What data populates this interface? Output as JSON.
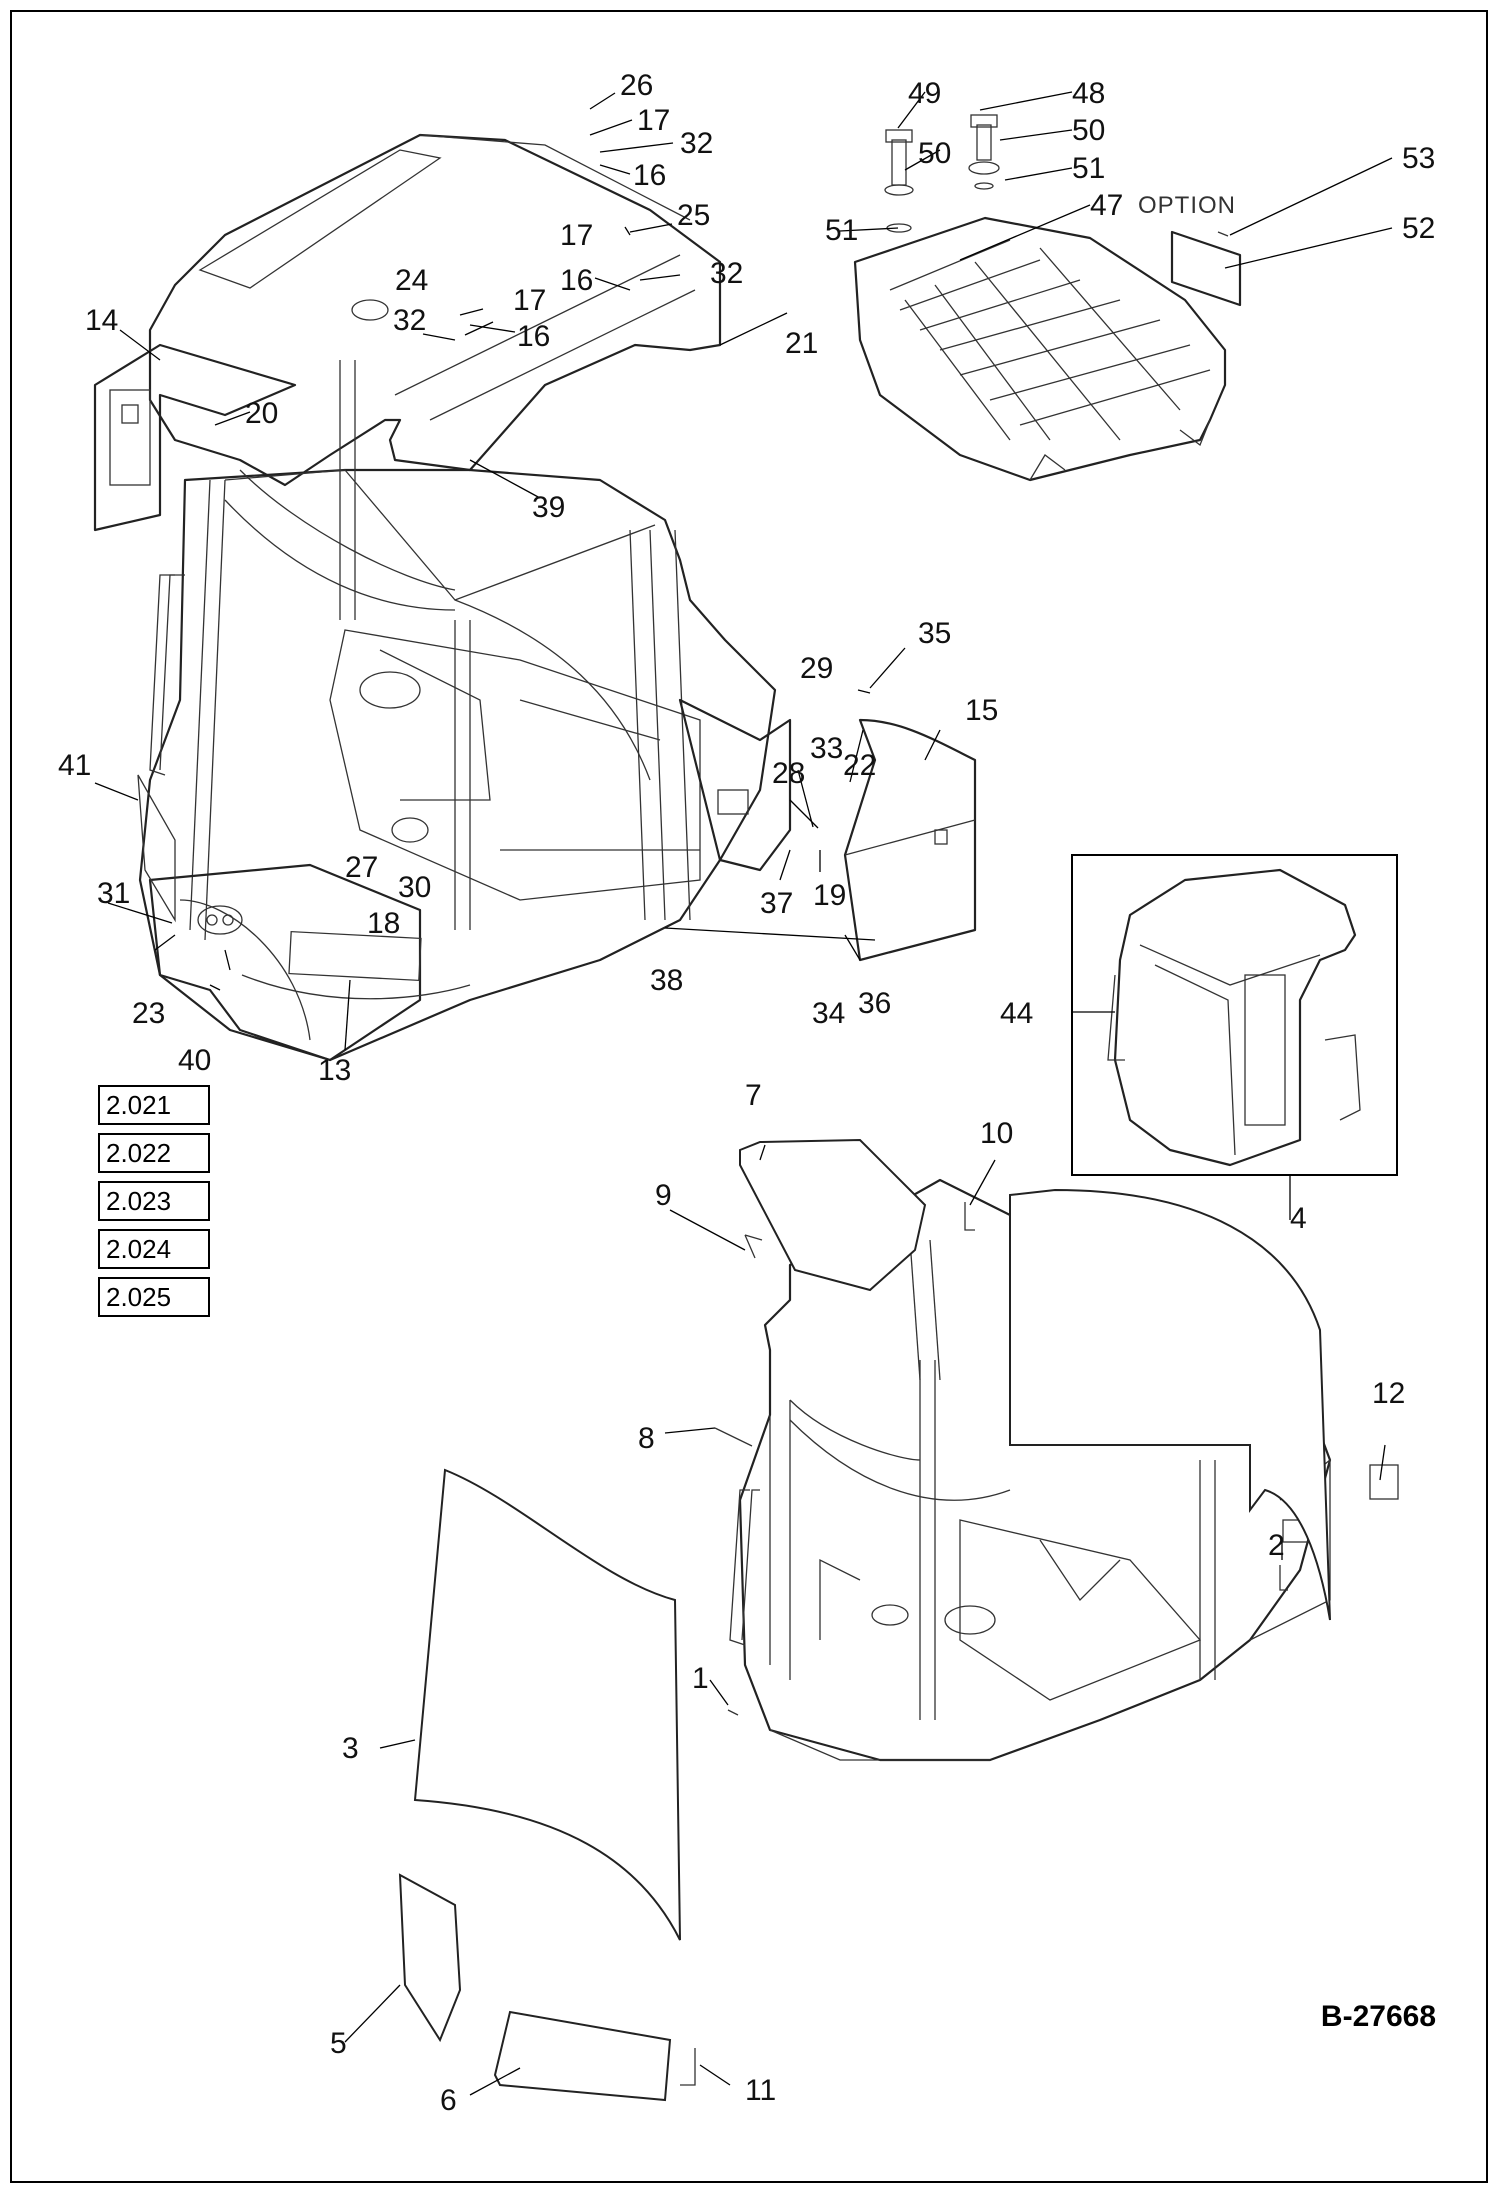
{
  "diagram_number": "B-27668",
  "option_label": "OPTION",
  "page_refs": [
    "2.021",
    "2.022",
    "2.023",
    "2.024",
    "2.025"
  ],
  "callouts": {
    "c1": "1",
    "c2": "2",
    "c3": "3",
    "c4": "4",
    "c5": "5",
    "c6": "6",
    "c7": "7",
    "c8": "8",
    "c9": "9",
    "c10": "10",
    "c11": "11",
    "c12": "12",
    "c13": "13",
    "c14": "14",
    "c15": "15",
    "c16a": "16",
    "c16b": "16",
    "c16c": "16",
    "c17a": "17",
    "c17b": "17",
    "c17c": "17",
    "c18": "18",
    "c19": "19",
    "c20": "20",
    "c21": "21",
    "c22": "22",
    "c23": "23",
    "c24": "24",
    "c25": "25",
    "c26": "26",
    "c27": "27",
    "c28": "28",
    "c29": "29",
    "c30": "30",
    "c31": "31",
    "c32a": "32",
    "c32b": "32",
    "c32c": "32",
    "c33": "33",
    "c34": "34",
    "c35": "35",
    "c36": "36",
    "c37": "37",
    "c38": "38",
    "c39": "39",
    "c40": "40",
    "c41": "41",
    "c44": "44",
    "c47": "47",
    "c48": "48",
    "c49": "49",
    "c50a": "50",
    "c50b": "50",
    "c51a": "51",
    "c51b": "51",
    "c52": "52",
    "c53": "53"
  }
}
